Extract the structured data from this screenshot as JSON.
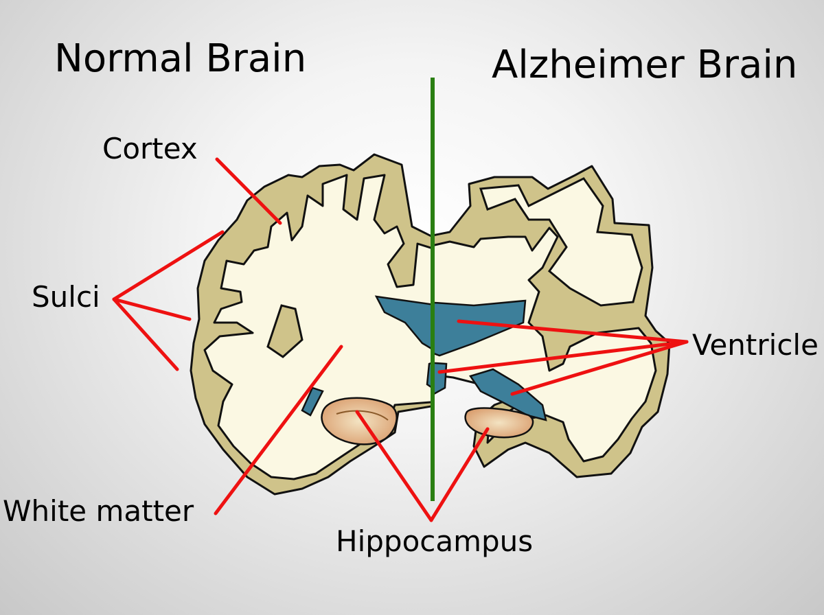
{
  "titles": {
    "normal": "Normal Brain",
    "alzheimer": "Alzheimer Brain"
  },
  "labels": {
    "cortex": "Cortex",
    "sulci": "Sulci",
    "white_matter": "White matter",
    "ventricle": "Ventricle",
    "hippocampus": "Hippocampus"
  },
  "colors": {
    "cortex": "#cfc38a",
    "white_matter": "#fbf8e3",
    "ventricle": "#3d7f9a",
    "hippocampus": "#e0a97a",
    "pointer_lines": "#ee1111",
    "divider": "#2a7f12",
    "outline": "#111111"
  }
}
